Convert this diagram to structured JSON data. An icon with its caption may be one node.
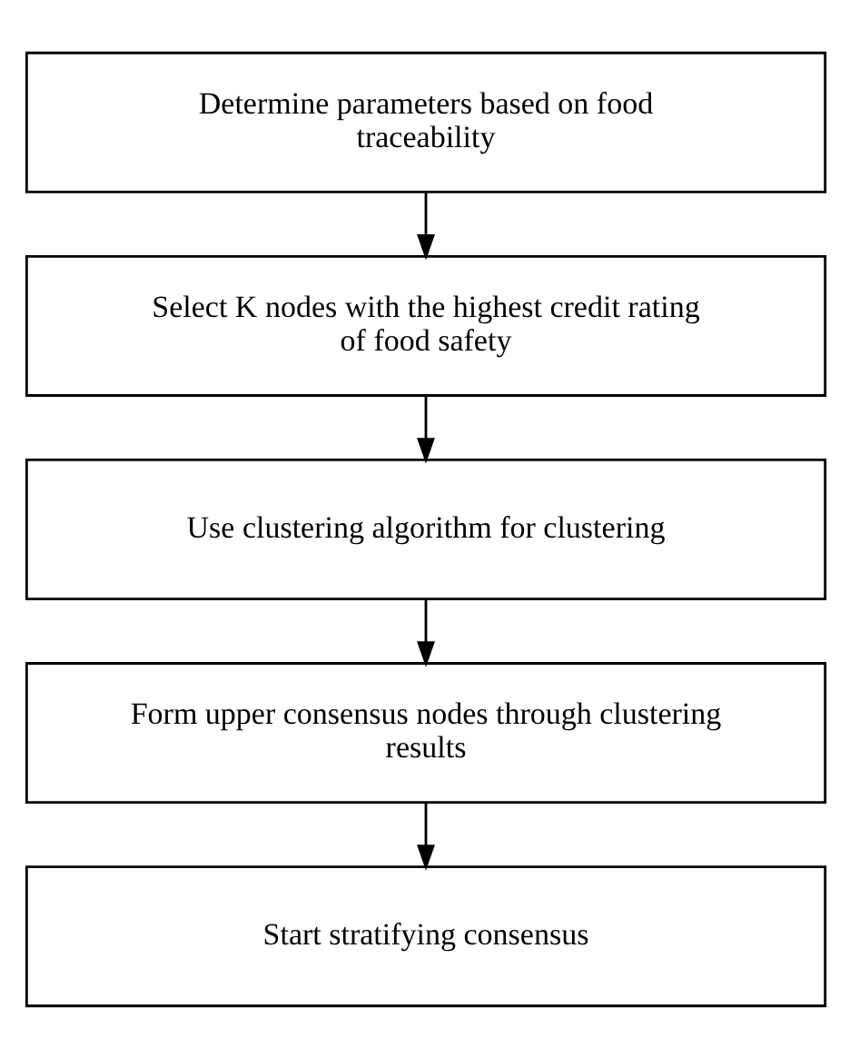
{
  "diagram": {
    "nodes": [
      {
        "text": [
          "Determine parameters based on food traceability"
        ]
      },
      {
        "text": [
          "Select K nodes with the highest credit rating of food safety"
        ]
      },
      {
        "text": [
          "Use clustering algorithm for clustering"
        ]
      },
      {
        "text": [
          "Form upper consensus nodes through clustering results"
        ]
      },
      {
        "text": [
          "Start stratifying consensus"
        ]
      }
    ],
    "edges": [
      {
        "from": 0,
        "to": 1,
        "arrow": "to"
      },
      {
        "from": 1,
        "to": 2,
        "arrow": "to"
      },
      {
        "from": 2,
        "to": 3,
        "arrow": "to"
      },
      {
        "from": 3,
        "to": 4,
        "arrow": "to"
      }
    ]
  }
}
